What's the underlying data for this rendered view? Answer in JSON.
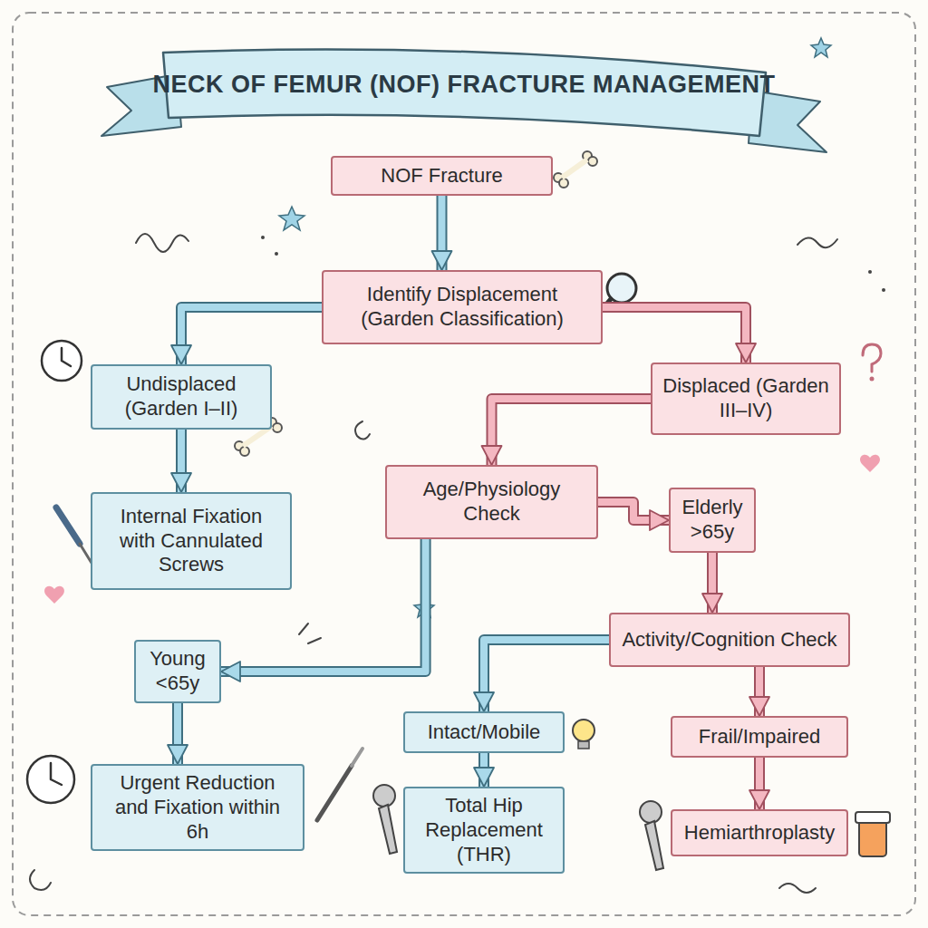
{
  "diagram": {
    "title": "NECK OF FEMUR (NOF) FRACTURE MANAGEMENT",
    "nodes": [
      {
        "text": [
          "NOF Fracture"
        ]
      },
      {
        "text": [
          "Identify Displacement (Garden Classification)"
        ]
      },
      {
        "text": [
          "Undisplaced (Garden I–II)"
        ]
      },
      {
        "text": [
          "Displaced (Garden III–IV)"
        ]
      },
      {
        "text": [
          "Internal Fixation with Cannulated Screws"
        ]
      },
      {
        "text": [
          "Age/Physiology Check"
        ]
      },
      {
        "text": [
          "Elderly >65y"
        ]
      },
      {
        "text": [
          "Activity/Cognition Check"
        ]
      },
      {
        "text": [
          "Young <65y"
        ]
      },
      {
        "text": [
          "Intact/Mobile"
        ]
      },
      {
        "text": [
          "Frail/Impaired"
        ]
      },
      {
        "text": [
          "Urgent Reduction and Fixation within 6h"
        ]
      },
      {
        "text": [
          "Total Hip Replacement (THR)"
        ]
      },
      {
        "text": [
          "Hemiarthroplasty"
        ]
      }
    ],
    "edges": [
      {
        "from": 0,
        "to": 1,
        "arrow": "to"
      },
      {
        "from": 1,
        "to": 2,
        "arrow": "to"
      },
      {
        "from": 1,
        "to": 3,
        "arrow": "to"
      },
      {
        "from": 2,
        "to": 4,
        "arrow": "to"
      },
      {
        "from": 3,
        "to": 5,
        "arrow": "to"
      },
      {
        "from": 5,
        "to": 6,
        "arrow": "to"
      },
      {
        "from": 5,
        "to": 8,
        "arrow": "to"
      },
      {
        "from": 6,
        "to": 7,
        "arrow": "to"
      },
      {
        "from": 7,
        "to": 9,
        "arrow": "to"
      },
      {
        "from": 7,
        "to": 10,
        "arrow": "to"
      },
      {
        "from": 8,
        "to": 11,
        "arrow": "to"
      },
      {
        "from": 9,
        "to": 12,
        "arrow": "to"
      },
      {
        "from": 10,
        "to": 13,
        "arrow": "to"
      }
    ]
  }
}
